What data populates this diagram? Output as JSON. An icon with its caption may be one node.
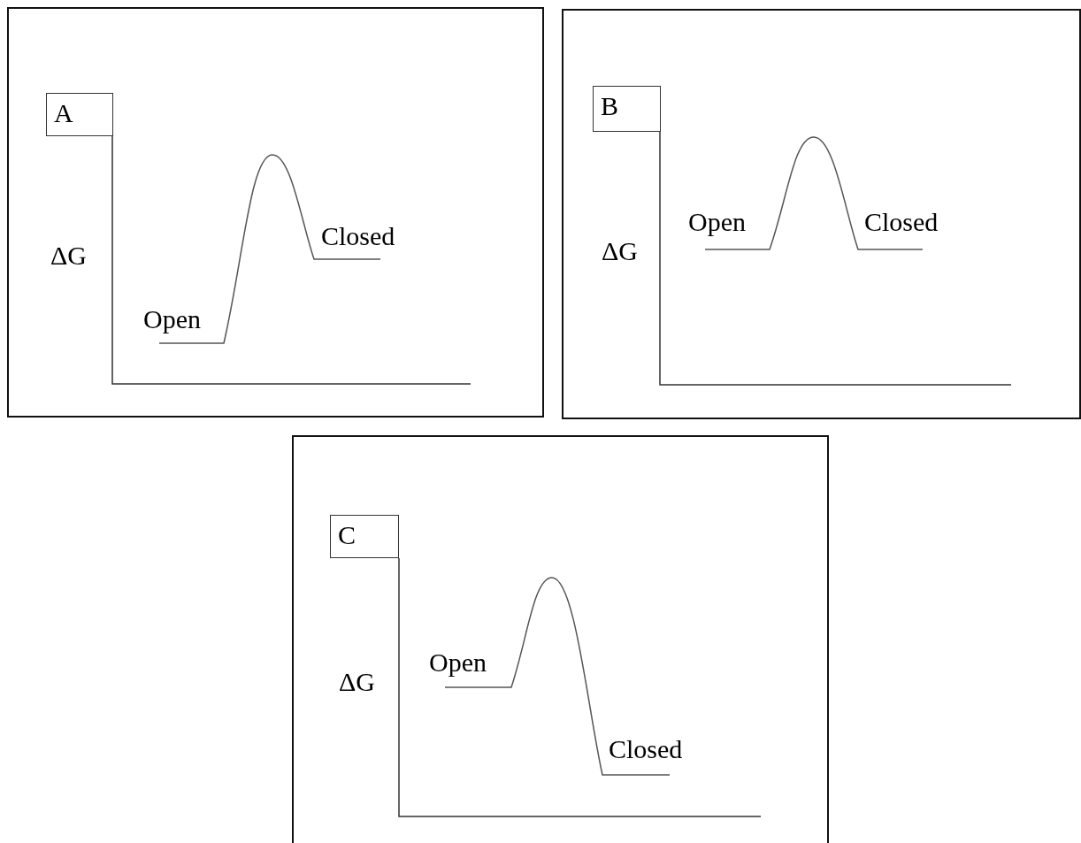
{
  "diagram": {
    "nodes": [
      {
        "text": [],
        "shape": "box"
      },
      {
        "text": [
          "A"
        ],
        "in": 0
      },
      {
        "text": [],
        "shape": "box"
      },
      {
        "text": [
          "B"
        ],
        "in": 2
      },
      {
        "text": [],
        "shape": "box"
      },
      {
        "text": [
          "C"
        ],
        "in": 4
      }
    ],
    "edges": [],
    "labels": [
      "ΔG",
      "Open",
      "Closed",
      "ΔG",
      "Open",
      "Closed",
      "ΔG",
      "Open",
      "Closed"
    ]
  }
}
